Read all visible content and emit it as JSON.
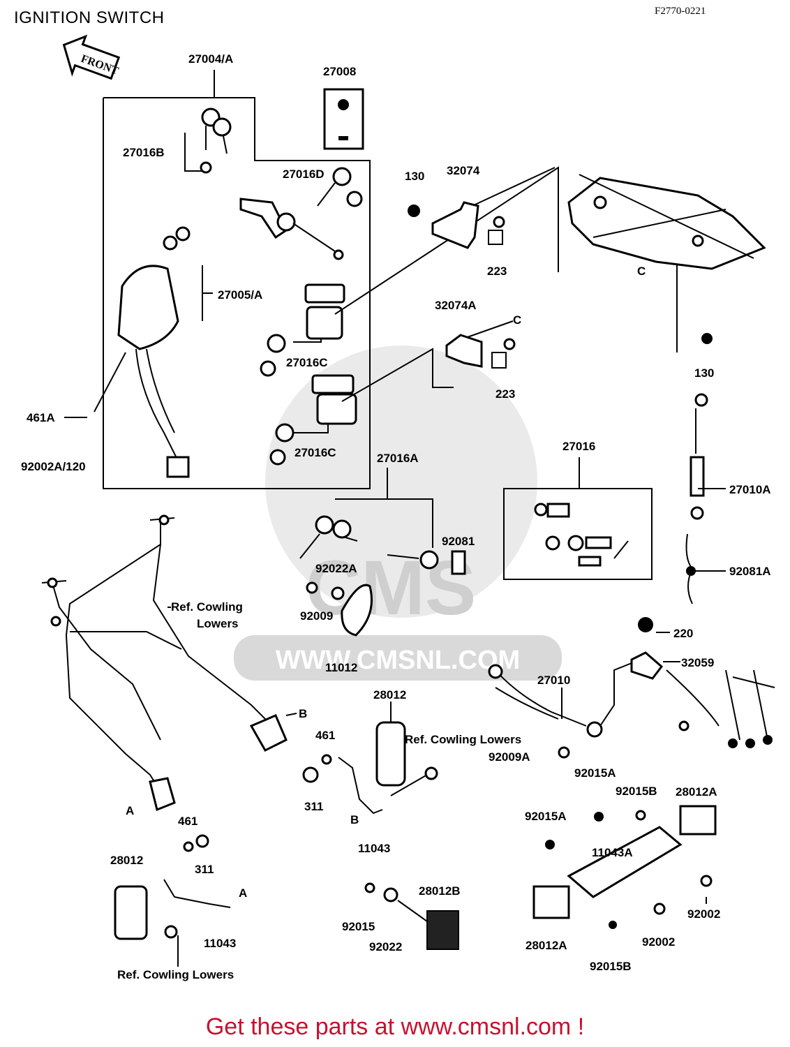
{
  "title": "IGNITION SWITCH",
  "ref_code": "F2770-0221",
  "footer": "Get these parts at www.cmsnl.com !",
  "watermark": {
    "logo_text": "CMS",
    "url": "WWW.CMSNL.COM"
  },
  "front_badge": "FRONT",
  "labels": {
    "p27004A": "27004/A",
    "p27008": "27008",
    "p27016B": "27016B",
    "p27016D": "27016D",
    "p27005A": "27005/A",
    "p27016C_1": "27016C",
    "p27016C_2": "27016C",
    "p461A": "461A",
    "p92002A120": "92002A/120",
    "p130_1": "130",
    "p32074": "32074",
    "p223_1": "223",
    "p32074A": "32074A",
    "pC_1": "C",
    "pC_2": "C",
    "p223_2": "223",
    "p130_2": "130",
    "p27016A": "27016A",
    "p27016": "27016",
    "p27010A": "27010A",
    "p92081": "92081",
    "p92022A": "92022A",
    "p92009": "92009",
    "p11012": "11012",
    "p92081A": "92081A",
    "ref_cowling_1a": "Ref. Cowling",
    "ref_cowling_1b": "Lowers",
    "p220": "220",
    "p32059": "32059",
    "p27010": "27010",
    "p28012_1": "28012",
    "ref_cowling_2": "Ref. Cowling Lowers",
    "p92009A": "92009A",
    "pB_1": "B",
    "p461_1": "461",
    "p311_1": "311",
    "pB_2": "B",
    "p11043_1": "11043",
    "pA_1": "A",
    "p92015A_1": "92015A",
    "p92015B_1": "92015B",
    "p28012A_1": "28012A",
    "p92015A_2": "92015A",
    "p11043A": "11043A",
    "p461_2": "461",
    "p311_2": "311",
    "p28012_2": "28012",
    "pA_2": "A",
    "p11043_2": "11043",
    "ref_cowling_3": "Ref. Cowling Lowers",
    "p28012B": "28012B",
    "p92015": "92015",
    "p92022": "92022",
    "p28012A_2": "28012A",
    "p92015B_2": "92015B",
    "p92002_1": "92002",
    "p92002_2": "92002"
  }
}
